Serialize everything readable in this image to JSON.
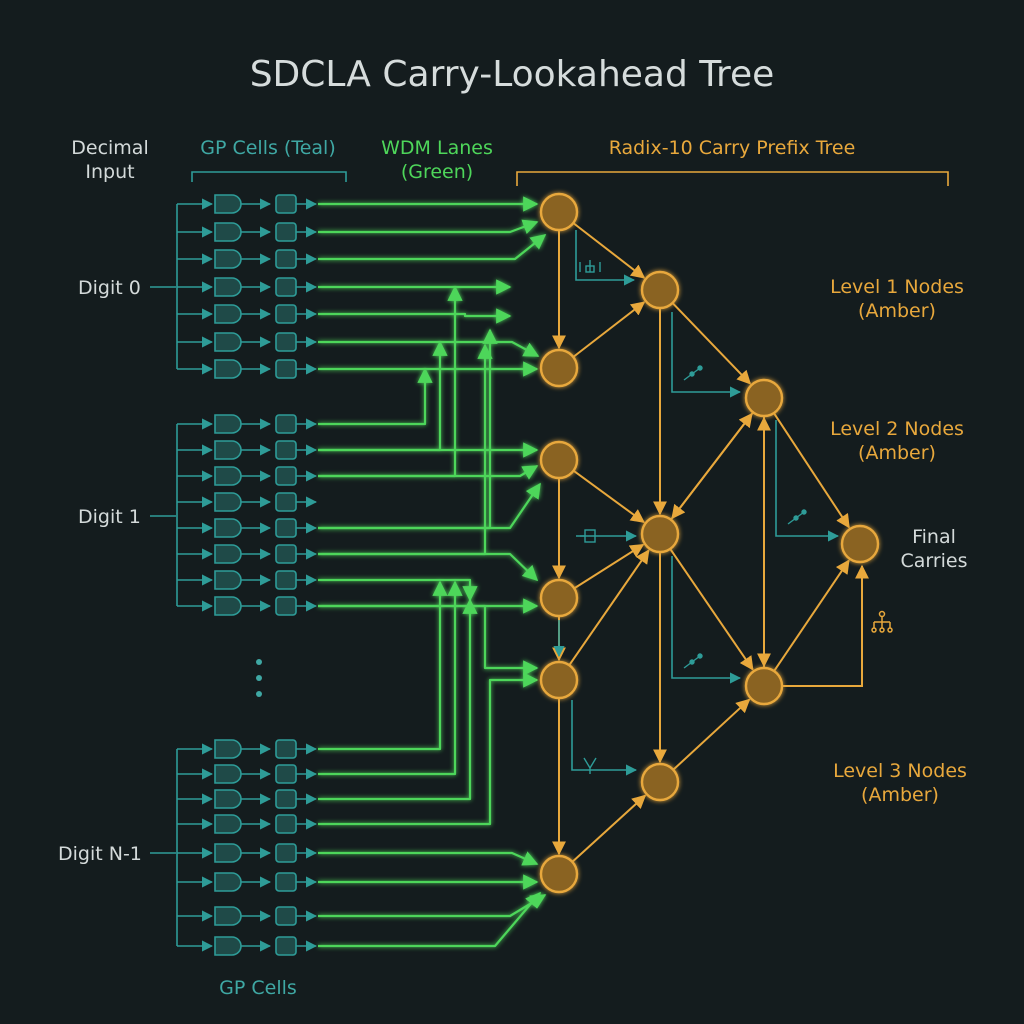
{
  "title": "SDCLA Carry-Lookahead Tree",
  "headers": {
    "decimal_input": [
      "Decimal",
      "Input"
    ],
    "gp_cells": "GP Cells (Teal)",
    "wdm_lanes": [
      "WDM Lanes",
      "(Green)"
    ],
    "prefix_tree": "Radix-10 Carry Prefix Tree"
  },
  "digits": [
    "Digit 0",
    "Digit 1",
    "Digit N-1"
  ],
  "ellipsis": "⋮",
  "levels": [
    [
      "Level 1 Nodes",
      "(Amber)"
    ],
    [
      "Level 2 Nodes",
      "(Amber)"
    ],
    [
      "Level 3 Nodes",
      "(Amber)"
    ]
  ],
  "final_carries": [
    "Final",
    "Carries"
  ],
  "footer": "GP Cells",
  "colors": {
    "background": "#141c1e",
    "teal": "#2e9c98",
    "green": "#4ed65a",
    "amber": "#e8a83c",
    "node_fill": "#8a6420"
  },
  "icons": [
    "tree-icon",
    "gate-icon",
    "fork-icon",
    "branch-icon"
  ]
}
